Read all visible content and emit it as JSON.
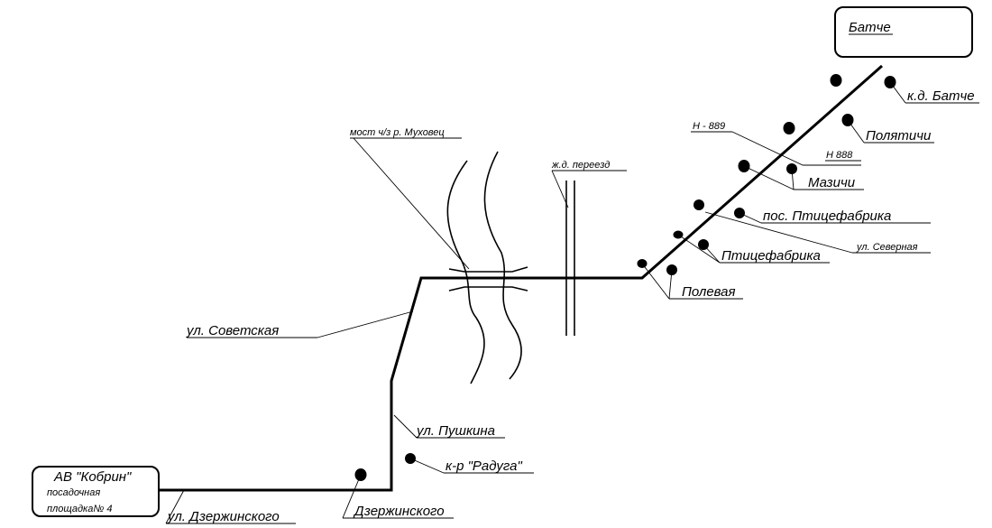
{
  "destination": {
    "name": "Батче"
  },
  "origin": {
    "name": "АВ \"Кобрин\"",
    "line1": "посадочная",
    "line2": "площадка№ 4"
  },
  "streets": {
    "sovetskaya": "ул. Советская",
    "pushkina": "ул. Пушкина",
    "dzerzhinskogo": "ул. Дзержинского",
    "severnaya": "ул. Северная"
  },
  "landmarks": {
    "bridge": "мост ч/з р. Муховец",
    "railway_crossing": "ж.д. переезд",
    "road_h889": "Н - 889",
    "road_h888": "Н 888"
  },
  "stops": {
    "kd_batche": "к.д. Батче",
    "polyatichi": "Полятичи",
    "mazichi": "Мазичи",
    "pos_ptitsefabrika": "пос. Птицефабрика",
    "ptitsefabrika": "Птицефабрика",
    "polevaya": "Полевая",
    "raduga": "к-р \"Радуга\"",
    "dzerzhinskogo": "Дзержинского"
  },
  "colors": {
    "ink": "#000000",
    "background": "#ffffff"
  }
}
